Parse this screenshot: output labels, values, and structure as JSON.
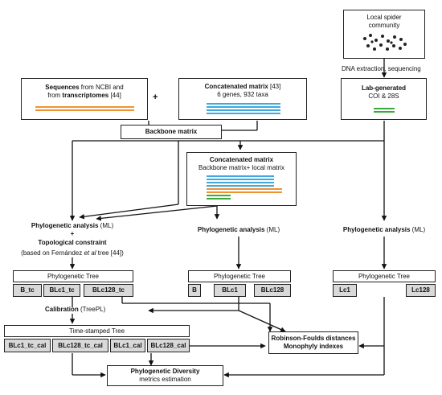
{
  "colors": {
    "blue": "#3fa9dd",
    "orange": "#f0922f",
    "green": "#3aab3a",
    "cell_fill": "#d9d9d9",
    "line": "#111111"
  },
  "local": {
    "line1": "Local spider",
    "line2": "community",
    "step": "DNA extraction, sequencing"
  },
  "ncbi": {
    "bold1": "Sequences",
    "mid": " from NCBI and",
    "from": "from ",
    "bold2": "transcriptomes",
    "ref": " [44]"
  },
  "plus1": "+",
  "concat": {
    "title": "Concatenated matrix",
    "ref": " [43]",
    "sub": "6 genes, 932 taxa"
  },
  "lab": {
    "title": "Lab-generated",
    "sub": "COI & 28S"
  },
  "backbone": "Backbone matrix",
  "merged": {
    "title": "Concatenated matrix",
    "sub": "Backbone matrix+ local matrix"
  },
  "left": {
    "pa_bold": "Phylogenetic analysis",
    "pa_rest": " (ML)",
    "plus": "+",
    "tc": "Topological constraint",
    "note_pre": "(based on Fernández ",
    "note_em": "et al",
    "note_post": " tree [44])"
  },
  "mid_pa": {
    "bold": "Phylogenetic analysis",
    "rest": " (ML)"
  },
  "right_pa": {
    "bold": "Phylogenetic analysis",
    "rest": " (ML)"
  },
  "tree_header": "Phylogenetic Tree",
  "trees": {
    "left": [
      "B_tc",
      "BLc1_tc",
      "BLc128_tc"
    ],
    "mid": [
      "B",
      "BLc1",
      "BLc128"
    ],
    "right": [
      "Lc1",
      "Lc128"
    ]
  },
  "calibration": {
    "bold": "Calibration",
    "rest": " (TreePL)"
  },
  "ts_header": "Time-stamped Tree",
  "ts_cells": [
    "BLc1_tc_cal",
    "BLc128_tc_cal",
    "BLc1_cal",
    "BLc128_cal"
  ],
  "rf": {
    "line1": "Robinson-Foulds distances",
    "line2": "Monophyly indexes"
  },
  "pd": {
    "line1": "Phylogenetic Diversity",
    "line2": "metrics estimation"
  }
}
